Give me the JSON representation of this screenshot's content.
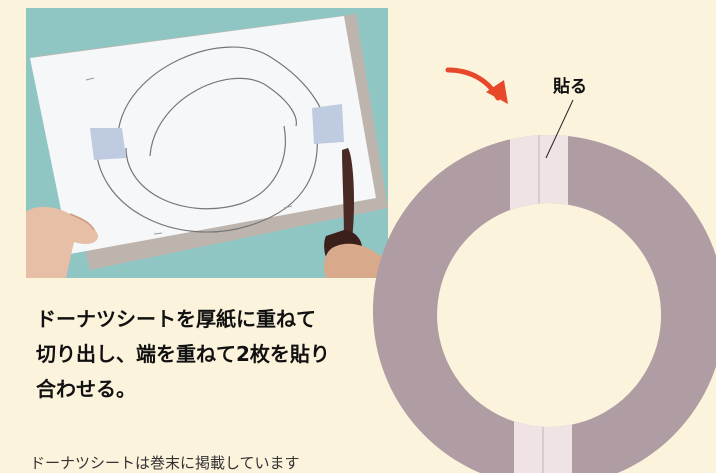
{
  "labels": {
    "paste": "貼る"
  },
  "caption": {
    "lines": [
      "ドーナツシートを厚紙に重ねて",
      "切り出し、端を重ねて2枚を貼り",
      "合わせる。"
    ]
  },
  "footnote": "ドーナツシートは巻末に掲載しています",
  "colors": {
    "background": "#fcf3dd",
    "ring": "#b09da3",
    "tape": "#efe3e4",
    "arrow": "#e8472a"
  }
}
